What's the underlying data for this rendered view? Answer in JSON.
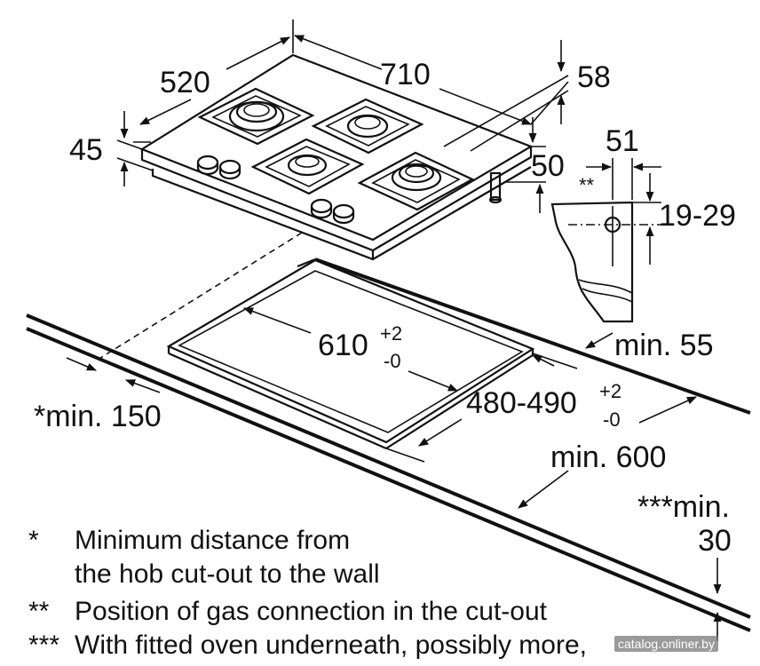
{
  "dimensions": {
    "width": "710",
    "depth": "520",
    "height_top": "58",
    "thickness": "45",
    "glass": "50",
    "gas_offset": "51",
    "gas_height": "19-29",
    "gas_marker": "**",
    "cutout_width": "610",
    "cutout_width_tol_plus": "+2",
    "cutout_width_tol_minus": "-0",
    "cutout_depth": "480-490",
    "cutout_depth_tol_plus": "+2",
    "cutout_depth_tol_minus": "-0",
    "min_rear": "min. 55",
    "min_wall": "*min. 150",
    "min_depth": "min. 600",
    "min_oven_label": "***min.",
    "min_oven_value": "30"
  },
  "legend": [
    {
      "mark": "*",
      "line1": "Minimum distance from",
      "line2": "the hob cut-out to the wall"
    },
    {
      "mark": "**",
      "line1": "Position of gas connection in the cut-out"
    },
    {
      "mark": "***",
      "line1": "With fitted oven underneath, possibly more,"
    }
  ],
  "watermark": "catalog.onliner.by"
}
